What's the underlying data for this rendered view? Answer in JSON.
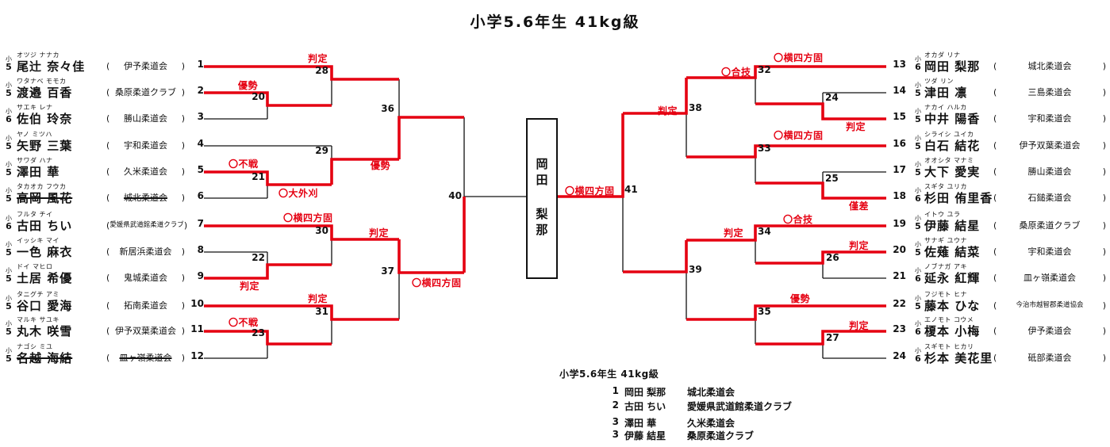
{
  "title": "小学5.6年生 41kg級",
  "champion_box": {
    "name": "岡田 梨那"
  },
  "colors": {
    "winner_line": "#e50011",
    "line": "#111111",
    "technique_label": "#e50011"
  },
  "entries": [
    {
      "seed": "1",
      "grade_label": "小",
      "grade": "5",
      "kana": "オツジ ナナカ",
      "name": "尾辻 奈々佳",
      "club": "伊予柔道会",
      "withdrawn": false
    },
    {
      "seed": "2",
      "grade_label": "小",
      "grade": "5",
      "kana": "ワタナベ モモカ",
      "name": "渡邉 百香",
      "club": "桑原柔道クラブ",
      "withdrawn": false
    },
    {
      "seed": "3",
      "grade_label": "小",
      "grade": "6",
      "kana": "サエキ レナ",
      "name": "佐伯 玲奈",
      "club": "勝山柔道会",
      "withdrawn": false
    },
    {
      "seed": "4",
      "grade_label": "小",
      "grade": "5",
      "kana": "ヤノ ミツハ",
      "name": "矢野 三葉",
      "club": "宇和柔道会",
      "withdrawn": false
    },
    {
      "seed": "5",
      "grade_label": "小",
      "grade": "5",
      "kana": "サワダ ハナ",
      "name": "澤田 華",
      "club": "久米柔道会",
      "withdrawn": false
    },
    {
      "seed": "6",
      "grade_label": "小",
      "grade": "5",
      "kana": "タカオカ フウカ",
      "name": "高岡 風花",
      "club": "城北柔道会",
      "withdrawn": true
    },
    {
      "seed": "7",
      "grade_label": "小",
      "grade": "6",
      "kana": "フルタ チイ",
      "name": "古田 ちい",
      "club": "愛媛県武道館柔道クラブ",
      "withdrawn": false
    },
    {
      "seed": "8",
      "grade_label": "小",
      "grade": "5",
      "kana": "イッシキ マイ",
      "name": "一色 麻衣",
      "club": "新居浜柔道会",
      "withdrawn": false
    },
    {
      "seed": "9",
      "grade_label": "小",
      "grade": "5",
      "kana": "ドイ マヒロ",
      "name": "土居 希優",
      "club": "鬼城柔道会",
      "withdrawn": false
    },
    {
      "seed": "10",
      "grade_label": "小",
      "grade": "5",
      "kana": "タニグチ アミ",
      "name": "谷口 愛海",
      "club": "拓南柔道会",
      "withdrawn": false
    },
    {
      "seed": "11",
      "grade_label": "小",
      "grade": "5",
      "kana": "マルキ サユキ",
      "name": "丸木 咲雪",
      "club": "伊予双葉柔道会",
      "withdrawn": false
    },
    {
      "seed": "12",
      "grade_label": "小",
      "grade": "5",
      "kana": "ナゴシ ミユ",
      "name": "名越 海結",
      "club": "皿ヶ嶺柔道会",
      "withdrawn": true
    },
    {
      "seed": "13",
      "grade_label": "小",
      "grade": "6",
      "kana": "オカダ リナ",
      "name": "岡田 梨那",
      "club": "城北柔道会",
      "withdrawn": false
    },
    {
      "seed": "14",
      "grade_label": "小",
      "grade": "5",
      "kana": "ツダ リン",
      "name": "津田 凛",
      "club": "三島柔道会",
      "withdrawn": false
    },
    {
      "seed": "15",
      "grade_label": "小",
      "grade": "5",
      "kana": "ナカイ ハルカ",
      "name": "中井 陽香",
      "club": "宇和柔道会",
      "withdrawn": false
    },
    {
      "seed": "16",
      "grade_label": "小",
      "grade": "5",
      "kana": "シライシ ユイカ",
      "name": "白石 結花",
      "club": "伊予双葉柔道会",
      "withdrawn": false
    },
    {
      "seed": "17",
      "grade_label": "小",
      "grade": "5",
      "kana": "オオシタ マナミ",
      "name": "大下 愛実",
      "club": "勝山柔道会",
      "withdrawn": false
    },
    {
      "seed": "18",
      "grade_label": "小",
      "grade": "6",
      "kana": "スギタ ユリカ",
      "name": "杉田 侑里香",
      "club": "石鎚柔道会",
      "withdrawn": false
    },
    {
      "seed": "19",
      "grade_label": "小",
      "grade": "5",
      "kana": "イトウ ユラ",
      "name": "伊藤 結星",
      "club": "桑原柔道クラブ",
      "withdrawn": false
    },
    {
      "seed": "20",
      "grade_label": "小",
      "grade": "5",
      "kana": "サナギ ユウナ",
      "name": "佐薙 結菜",
      "club": "宇和柔道会",
      "withdrawn": false
    },
    {
      "seed": "21",
      "grade_label": "小",
      "grade": "6",
      "kana": "ノブナガ アキ",
      "name": "延永 紅輝",
      "club": "皿ヶ嶺柔道会",
      "withdrawn": false
    },
    {
      "seed": "22",
      "grade_label": "小",
      "grade": "5",
      "kana": "フジモト ヒナ",
      "name": "藤本 ひな",
      "club": "今治市越智郡柔道協会",
      "withdrawn": false
    },
    {
      "seed": "23",
      "grade_label": "小",
      "grade": "6",
      "kana": "エノモト コウメ",
      "name": "榎本 小梅",
      "club": "伊予柔道会",
      "withdrawn": false
    },
    {
      "seed": "24",
      "grade_label": "小",
      "grade": "6",
      "kana": "スギモト ヒカリ",
      "name": "杉本 美花里",
      "club": "砥部柔道会",
      "withdrawn": false
    }
  ],
  "match_numbers": {
    "m20": "20",
    "m21": "21",
    "m22": "22",
    "m23": "23",
    "m24": "24",
    "m25": "25",
    "m26": "26",
    "m27": "27",
    "m28": "28",
    "m29": "29",
    "m30": "30",
    "m31": "31",
    "m32": "32",
    "m33": "33",
    "m34": "34",
    "m35": "35",
    "m36": "36",
    "m37": "37",
    "m38": "38",
    "m39": "39",
    "m40": "40",
    "m41": "41"
  },
  "technique_labels": {
    "m20": "優勢",
    "m21": "〇不戦",
    "m22": "判定",
    "m23": "〇不戦",
    "m24": "判定",
    "m25": "僅差",
    "m26": "判定",
    "m27": "判定",
    "m28": "判定",
    "m29": "〇大外刈",
    "m30": "〇横四方固",
    "m31": "判定",
    "m32": "〇横四方固",
    "m33": "〇横四方固",
    "m34": "〇合技",
    "m35": "優勢",
    "m36": "優勢",
    "m37": "判定",
    "m38": "〇合技",
    "m39": "判定",
    "m40": "〇横四方固",
    "m41": "判定",
    "final": "〇横四方固"
  },
  "results": {
    "heading": "小学5.6年生 41kg級",
    "rows": [
      {
        "rank": "1",
        "name": "岡田 梨那",
        "club": "城北柔道会"
      },
      {
        "rank": "2",
        "name": "古田 ちい",
        "club": "愛媛県武道館柔道クラブ"
      },
      {
        "rank": "3",
        "name": "澤田 華",
        "club": "久米柔道会"
      },
      {
        "rank": "3",
        "name": "伊藤 結星",
        "club": "桑原柔道クラブ"
      }
    ]
  }
}
